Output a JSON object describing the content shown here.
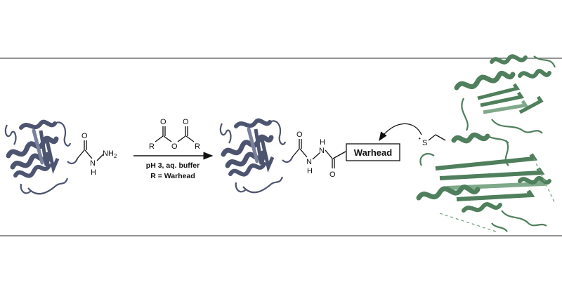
{
  "colors": {
    "protein_left": "#4d5470",
    "protein_left_light": "#7a819c",
    "protein_right": "#4f7f5c",
    "protein_right_light": "#7fa98a",
    "ink": "#111111",
    "rule": "#555555"
  },
  "reactant": {
    "hydrazide_N": "N",
    "hydrazide_H": "H",
    "hydrazide_NH2": "NH",
    "hydrazide_sub2": "2",
    "carbonyl_O": "O"
  },
  "reagent": {
    "anhydride_R_left": "R",
    "anhydride_R_right": "R",
    "anhydride_O_left": "O",
    "anhydride_O_bridge": "O",
    "anhydride_O_right": "O",
    "condition_line1": "pH 3, aq. buffer",
    "condition_line2": "R = Warhead"
  },
  "product": {
    "carbonyl_O1": "O",
    "carbonyl_O2": "O",
    "N1": "N",
    "H1": "H",
    "N2": "N",
    "H2": "H",
    "warhead_label": "Warhead"
  },
  "target": {
    "thiol_S": "S",
    "thiol_dot": "•"
  },
  "icons": [
    "protein-ribbon-icon",
    "reaction-arrow-icon",
    "curved-attack-arrow-icon",
    "target-protein-icon"
  ]
}
